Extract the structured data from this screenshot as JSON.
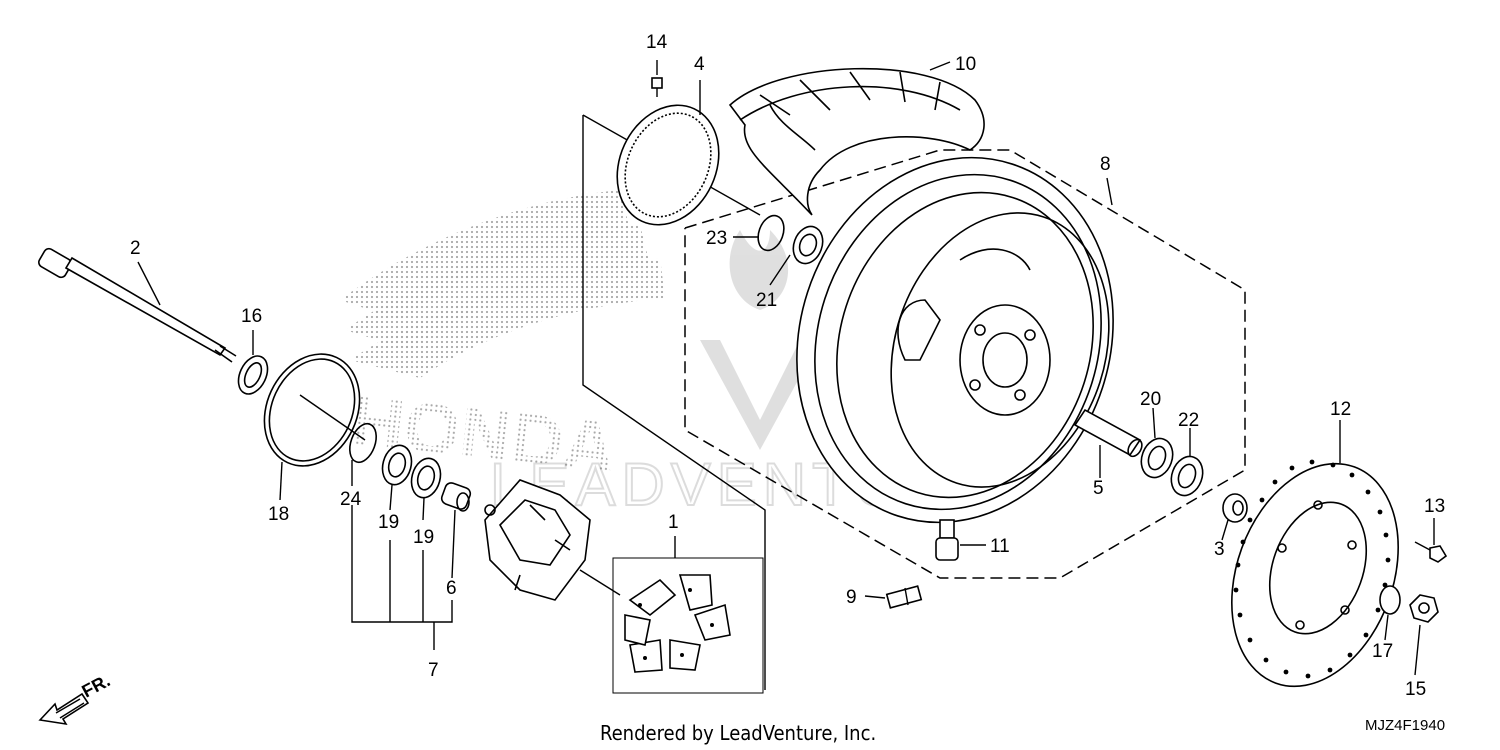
{
  "diagram": {
    "callouts": [
      "1",
      "2",
      "3",
      "4",
      "5",
      "6",
      "7",
      "8",
      "9",
      "10",
      "11",
      "12",
      "13",
      "14",
      "15",
      "16",
      "17",
      "18",
      "19",
      "19",
      "20",
      "21",
      "22",
      "23",
      "24"
    ],
    "front_marker": "FR.",
    "watermark_logo": "HONDA",
    "watermark_brand": "LEADVENTURE",
    "rendered_by": "Rendered by LeadVenture, Inc.",
    "diagram_code": "MJZ4F1940"
  }
}
